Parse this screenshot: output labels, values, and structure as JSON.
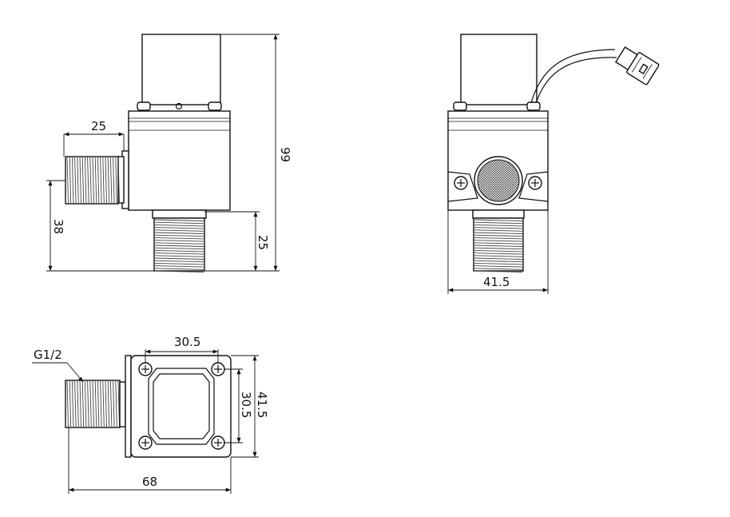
{
  "dimensions": {
    "side_thread_length": "25",
    "side_total_height": "99",
    "side_inlet_height": "38",
    "side_outlet_length": "25",
    "front_width": "41.5",
    "bottom_hole_spacing_x": "30.5",
    "bottom_hole_spacing_y": "30.5",
    "bottom_flange_height": "41.5",
    "bottom_overall_length": "68"
  },
  "labels": {
    "thread_spec": "G1/2"
  }
}
